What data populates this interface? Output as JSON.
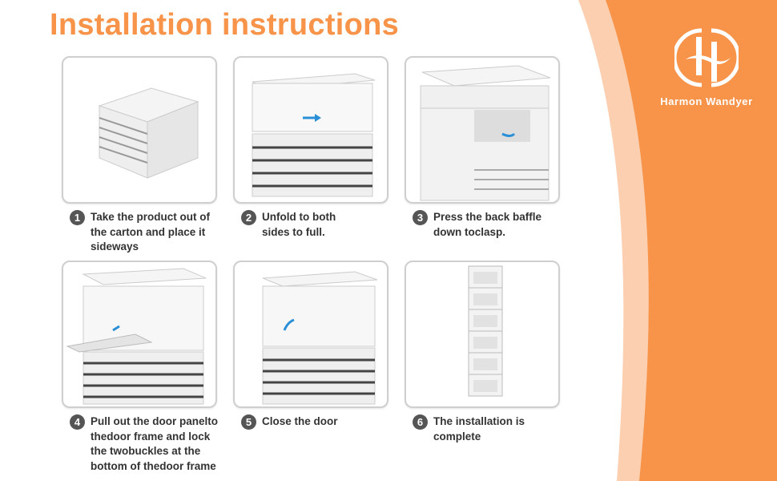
{
  "title": "Installation instructions",
  "brand": {
    "name": "Harmon Wandyer",
    "logo_letter": "H"
  },
  "colors": {
    "accent": "#f7944a",
    "peach": "#fbcfb0",
    "number_badge": "#555555"
  },
  "steps": [
    {
      "number": "1",
      "text": "Take the product out of the carton and place it sideways"
    },
    {
      "number": "2",
      "text": "Unfold to both sides to full."
    },
    {
      "number": "3",
      "text": "Press the back baffle down toclasp."
    },
    {
      "number": "4",
      "text": "Pull out the door panelto thedoor frame and lock the twobuckles at the bottom of thedoor frame"
    },
    {
      "number": "5",
      "text": "Close the door"
    },
    {
      "number": "6",
      "text": "The installation is complete"
    }
  ]
}
